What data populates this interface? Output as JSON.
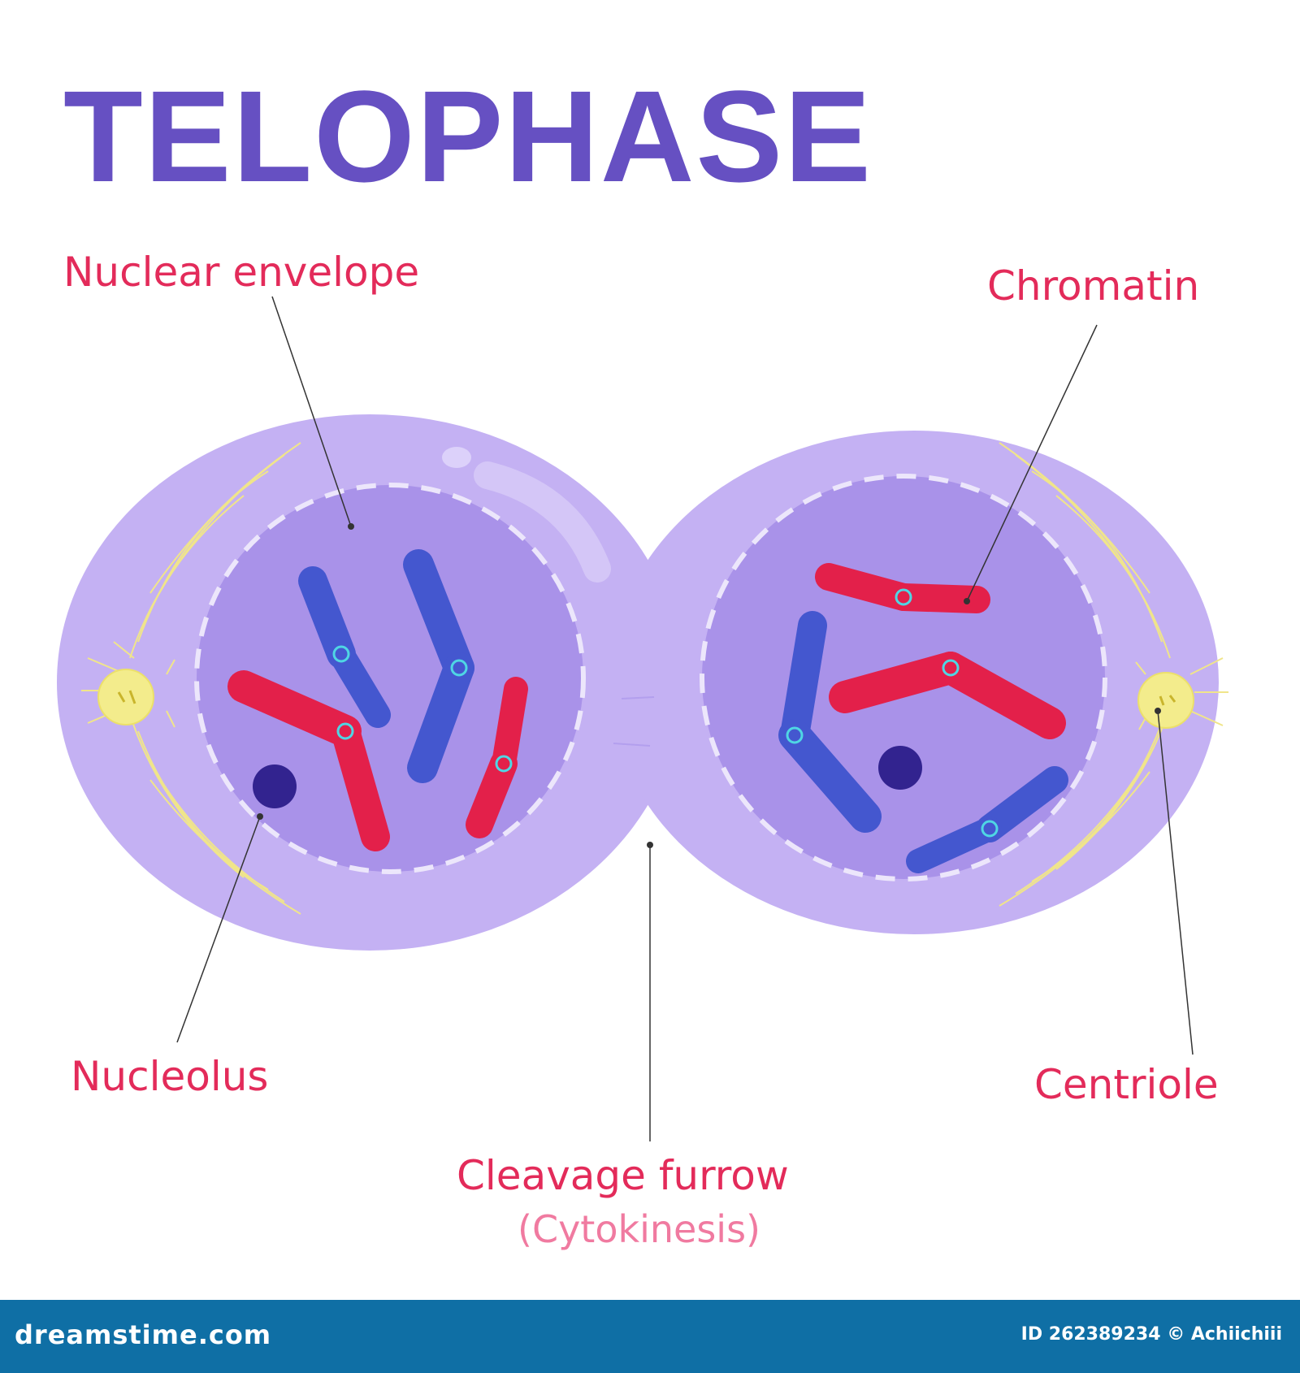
{
  "title": "TELOPHASE",
  "labels": {
    "nuclear_envelope": "Nuclear envelope",
    "chromatin": "Chromatin",
    "nucleolus": "Nucleolus",
    "centriole": "Centriole",
    "cleavage_furrow": "Cleavage furrow",
    "cytokinesis": "(Cytokinesis)"
  },
  "footer": {
    "logo": "dreamstime.com",
    "id_text": "ID 262389234 © Achiichiii"
  },
  "colors": {
    "title": "#6650c2",
    "label": "#e32b5a",
    "sublabel": "#f07aa0",
    "cell": "#c4b1f3",
    "nucleus": "#a992e9",
    "chromosome_red": "#e3204a",
    "chromosome_blue": "#4457cf",
    "centromere": "#4fd6e4",
    "nucleolus": "#32238f",
    "centriole": "#f3ec8c",
    "footer_bg": "#0f6fa5"
  }
}
